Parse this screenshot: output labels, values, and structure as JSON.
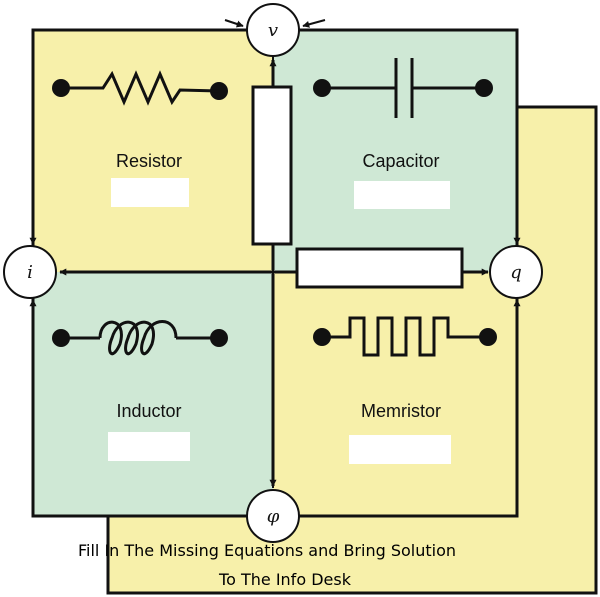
{
  "nodes": {
    "v": "v",
    "i": "i",
    "q": "q",
    "phi": "φ"
  },
  "quadrants": {
    "resistor": {
      "label": "Resistor",
      "answer": ""
    },
    "capacitor": {
      "label": "Capacitor",
      "answer": ""
    },
    "inductor": {
      "label": "Inductor",
      "answer": ""
    },
    "memristor": {
      "label": "Memristor",
      "answer": ""
    }
  },
  "instruction": {
    "line1": "Fill In The Missing Equations and Bring Solution",
    "line2": "To The Info Desk"
  },
  "colors": {
    "yellow": "#f7f0aa",
    "green": "#cfe8d5",
    "stroke": "#111111",
    "answer_box": "#ffffff"
  }
}
